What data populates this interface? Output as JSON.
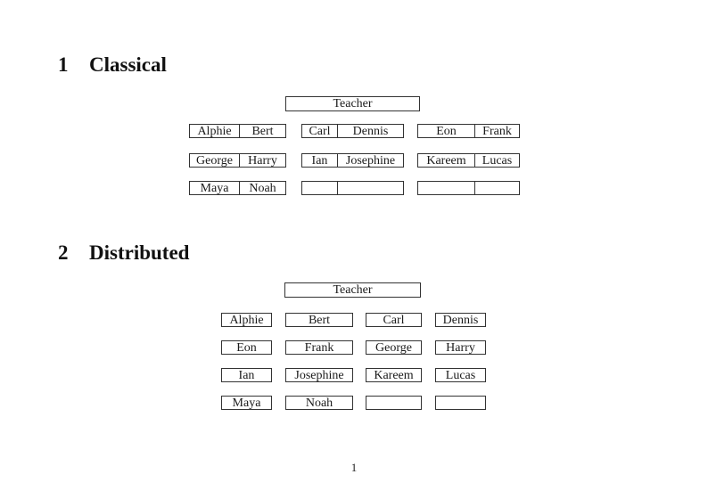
{
  "page": {
    "number": "1"
  },
  "classical": {
    "heading_number": "1",
    "heading_title": "Classical",
    "teacher": "Teacher",
    "desks": [
      [
        "Alphie",
        "Bert"
      ],
      [
        "Carl",
        "Dennis"
      ],
      [
        "Eon",
        "Frank"
      ],
      [
        "George",
        "Harry"
      ],
      [
        "Ian",
        "Josephine"
      ],
      [
        "Kareem",
        "Lucas"
      ],
      [
        "Maya",
        "Noah"
      ],
      [
        "",
        ""
      ],
      [
        "",
        ""
      ]
    ]
  },
  "distributed": {
    "heading_number": "2",
    "heading_title": "Distributed",
    "teacher": "Teacher",
    "seats": [
      "Alphie",
      "Bert",
      "Carl",
      "Dennis",
      "Eon",
      "Frank",
      "George",
      "Harry",
      "Ian",
      "Josephine",
      "Kareem",
      "Lucas",
      "Maya",
      "Noah",
      "",
      ""
    ]
  }
}
